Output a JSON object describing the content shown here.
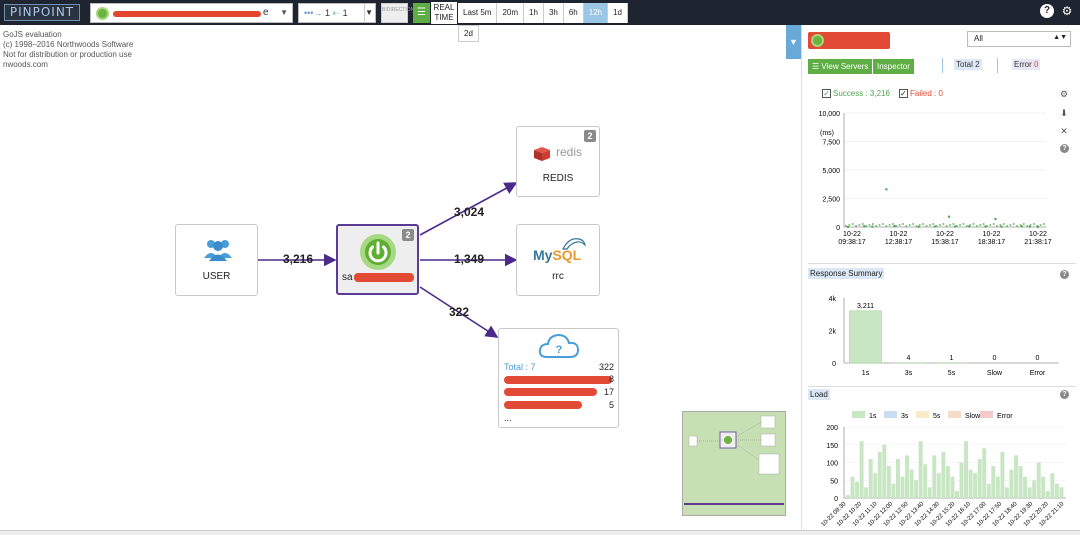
{
  "topbar": {
    "logo": "PINPOINT",
    "app_name_tail": "e",
    "depth_out": "1",
    "depth_in": "1",
    "bidir_label": "BIDIRECTIONAL",
    "realtime_label_1": "REAL",
    "realtime_label_2": "TIME",
    "periods": [
      "Last 5m",
      "20m",
      "1h",
      "3h",
      "6h",
      "12h",
      "1d"
    ],
    "active_period": "12h",
    "period_dropdown": "2d"
  },
  "gojs_info": [
    "GoJS evaluation",
    "(c) 1998–2016 Northwoods Software",
    "Not for distribution or production use",
    "nwoods.com"
  ],
  "diagram": {
    "user_node": {
      "label": "USER"
    },
    "app_node": {
      "label_prefix": "sa",
      "badge": "2"
    },
    "redis_node": {
      "label": "REDIS",
      "logo": "redis",
      "badge": "2"
    },
    "mysql_node": {
      "label": "rrc",
      "logo_my": "My",
      "logo_sql": "SQL"
    },
    "unknown_node": {
      "total_label": "Total : 7",
      "total_value": "322",
      "rows": [
        "8",
        "17",
        "5"
      ],
      "more": "..."
    },
    "edges": {
      "user_to_app": "3,216",
      "app_to_redis": "3,024",
      "app_to_mysql": "1,349",
      "app_to_unknown": "322"
    }
  },
  "right_panel": {
    "agent_filter": "All",
    "view_servers": "View Servers",
    "inspector": "Inspector",
    "total_label": "Total",
    "total_value": "2",
    "error_label": "Error",
    "error_value": "0",
    "success_label": "Success : 3,216",
    "failed_label": "Failed : 0",
    "response_summary_title": "Response Summary",
    "load_title": "Load",
    "colors": {
      "success": "#4ea64e",
      "failed": "#e24a35",
      "accent": "#5fae45"
    }
  },
  "chart_data": [
    {
      "type": "scatter",
      "ylabel": "(ms)",
      "yticks": [
        "10,000",
        "7,500",
        "5,000",
        "2,500",
        "0"
      ],
      "ylim": [
        0,
        10000
      ],
      "xticks": [
        [
          "10-22",
          "09:38:17"
        ],
        [
          "10-22",
          "12:38:17"
        ],
        [
          "10-22",
          "15:38:17"
        ],
        [
          "10-22",
          "18:38:17"
        ],
        [
          "10-22",
          "21:38:17"
        ]
      ],
      "series": [
        {
          "name": "Success : 3,216",
          "points": [
            [
              0.02,
              5
            ],
            [
              0.1,
              60
            ],
            [
              0.14,
              30
            ],
            [
              0.21,
              3300
            ],
            [
              0.25,
              80
            ],
            [
              0.37,
              20
            ],
            [
              0.45,
              40
            ],
            [
              0.52,
              900
            ],
            [
              0.55,
              50
            ],
            [
              0.62,
              60
            ],
            [
              0.7,
              40
            ],
            [
              0.75,
              700
            ],
            [
              0.78,
              30
            ],
            [
              0.88,
              60
            ],
            [
              0.92,
              40
            ],
            [
              0.96,
              10
            ]
          ]
        }
      ]
    },
    {
      "type": "bar",
      "title": "Response Summary",
      "categories": [
        "1s",
        "3s",
        "5s",
        "Slow",
        "Error"
      ],
      "values": [
        3211,
        4,
        1,
        0,
        0
      ],
      "value_labels": [
        "3,211",
        "4",
        "1",
        "0",
        "0"
      ],
      "yticks": [
        "4k",
        "2k",
        "0"
      ],
      "ylim": [
        0,
        4000
      ]
    },
    {
      "type": "bar",
      "title": "Load",
      "legend": [
        "1s",
        "3s",
        "5s",
        "Slow",
        "Error"
      ],
      "legend_colors": [
        "#c8e6c3",
        "#c9dcf0",
        "#f7ebc8",
        "#f5dcc8",
        "#f4c9cc"
      ],
      "yticks": [
        "200",
        "150",
        "100",
        "50",
        "0"
      ],
      "ylim": [
        0,
        200
      ],
      "xticks": [
        "10-22 09:30",
        "10-22 10:20",
        "10-22 11:10",
        "10-22 12:00",
        "10-22 12:50",
        "10-22 13:40",
        "10-22 14:30",
        "10-22 15:20",
        "10-22 16:10",
        "10-22 17:00",
        "10-22 17:50",
        "10-22 18:40",
        "10-22 19:30",
        "10-22 20:20",
        "10-22 21:10"
      ],
      "values": [
        8,
        60,
        45,
        160,
        30,
        110,
        70,
        130,
        150,
        90,
        40,
        110,
        60,
        120,
        80,
        50,
        160,
        95,
        30,
        120,
        70,
        130,
        90,
        60,
        20,
        100,
        160,
        80,
        70,
        110,
        140,
        40,
        90,
        60,
        130,
        30,
        80,
        120,
        90,
        60,
        30,
        50,
        100,
        60,
        20,
        70,
        40,
        30
      ]
    }
  ]
}
